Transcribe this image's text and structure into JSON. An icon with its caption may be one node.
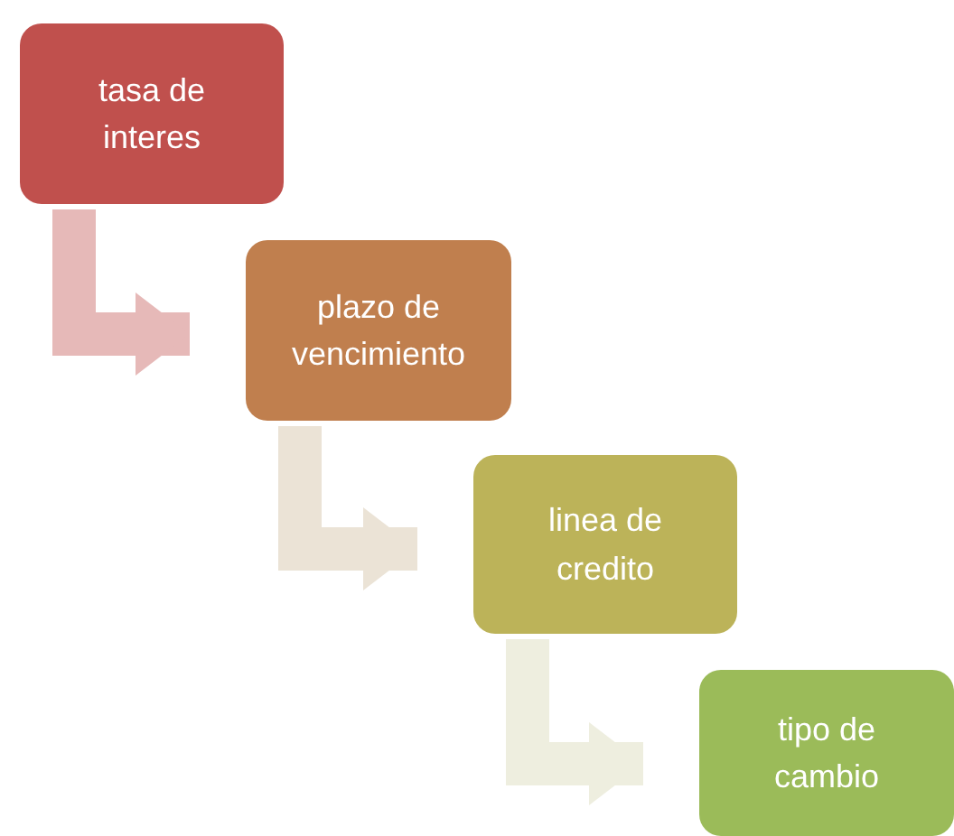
{
  "diagram": {
    "nodes": [
      {
        "text": [
          "tasa de interes"
        ]
      },
      {
        "text": [
          "plazo de vencimiento"
        ]
      },
      {
        "text": [
          "linea de credito"
        ]
      },
      {
        "text": [
          "tipo de cambio"
        ]
      }
    ],
    "edges": [
      {
        "from": 0,
        "to": 1,
        "arrow": "to",
        "color": "#e6b9b8"
      },
      {
        "from": 1,
        "to": 2,
        "arrow": "to",
        "color": "#ebe3d6"
      },
      {
        "from": 2,
        "to": 3,
        "arrow": "to",
        "color": "#eeeedf"
      }
    ]
  }
}
